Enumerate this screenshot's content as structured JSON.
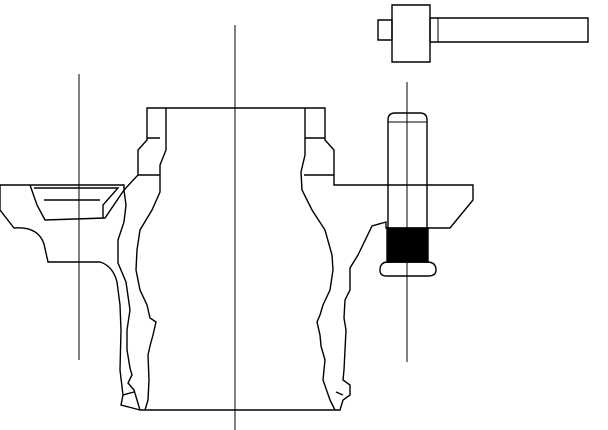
{
  "drawing": {
    "line_color": "#000000",
    "fill_color": "#ffffff",
    "thread_color": "#000000",
    "parts": [
      "flange-left",
      "flange-right",
      "hub-body",
      "bore",
      "stud-bolt",
      "press-tool"
    ]
  }
}
